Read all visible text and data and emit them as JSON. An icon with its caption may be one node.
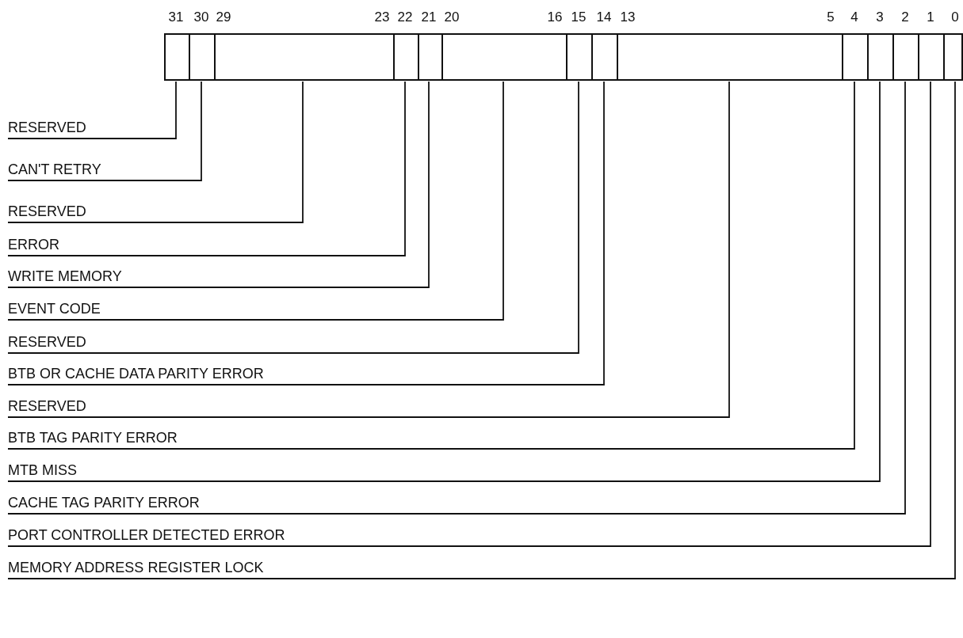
{
  "diagram": {
    "nodes": [
      {
        "text": [],
        "shape": "box"
      },
      {
        "text": [],
        "shape": "box"
      },
      {
        "text": [],
        "shape": "box"
      },
      {
        "text": [],
        "shape": "box"
      },
      {
        "text": [],
        "shape": "box"
      },
      {
        "text": [],
        "shape": "box"
      },
      {
        "text": [],
        "shape": "box"
      },
      {
        "text": [],
        "shape": "box"
      },
      {
        "text": [],
        "shape": "box"
      },
      {
        "text": [],
        "shape": "box"
      },
      {
        "text": [],
        "shape": "box"
      },
      {
        "text": [],
        "shape": "box"
      },
      {
        "text": [],
        "shape": "box"
      },
      {
        "text": [],
        "shape": "box"
      },
      {
        "text": [
          "RESERVED"
        ]
      },
      {
        "text": [
          "CAN'T RETRY"
        ]
      },
      {
        "text": [
          "RESERVED"
        ]
      },
      {
        "text": [
          "ERROR"
        ]
      },
      {
        "text": [
          "WRITE MEMORY"
        ]
      },
      {
        "text": [
          "EVENT CODE"
        ]
      },
      {
        "text": [
          "RESERVED"
        ]
      },
      {
        "text": [
          "BTB OR CACHE DATA PARITY ERROR"
        ]
      },
      {
        "text": [
          "RESERVED"
        ]
      },
      {
        "text": [
          "BTB TAG PARITY ERROR"
        ]
      },
      {
        "text": [
          "MTB MISS"
        ]
      },
      {
        "text": [
          "CACHE TAG PARITY ERROR"
        ]
      },
      {
        "text": [
          "PORT CONTROLLER DETECTED ERROR"
        ]
      },
      {
        "text": [
          "MEMORY ADDRESS REGISTER LOCK"
        ]
      }
    ],
    "edges": [
      {
        "from": 14,
        "to": 0,
        "arrow": "none"
      },
      {
        "from": 15,
        "to": 1,
        "arrow": "none"
      },
      {
        "from": 16,
        "to": 2,
        "arrow": "none"
      },
      {
        "from": 17,
        "to": 3,
        "arrow": "none"
      },
      {
        "from": 18,
        "to": 4,
        "arrow": "none"
      },
      {
        "from": 19,
        "to": 5,
        "arrow": "none"
      },
      {
        "from": 20,
        "to": 6,
        "arrow": "none"
      },
      {
        "from": 21,
        "to": 7,
        "arrow": "none"
      },
      {
        "from": 22,
        "to": 8,
        "arrow": "none"
      },
      {
        "from": 23,
        "to": 9,
        "arrow": "none"
      },
      {
        "from": 24,
        "to": 10,
        "arrow": "none"
      },
      {
        "from": 25,
        "to": 11,
        "arrow": "none"
      },
      {
        "from": 26,
        "to": 12,
        "arrow": "none"
      },
      {
        "from": 27,
        "to": 13,
        "arrow": "none"
      }
    ],
    "labels": [
      "31",
      "30",
      "29",
      "23",
      "22",
      "21",
      "20",
      "16",
      "15",
      "14",
      "13",
      "5",
      "4",
      "3",
      "2",
      "1",
      "0"
    ]
  }
}
